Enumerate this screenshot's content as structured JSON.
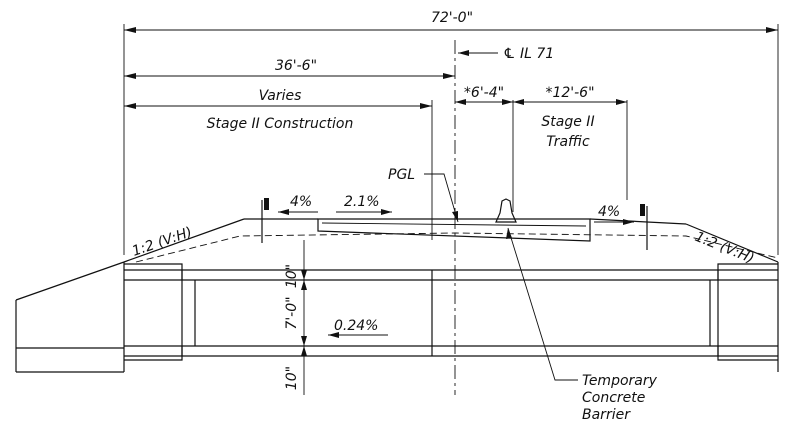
{
  "dimensions": {
    "overall_width": "72'-0\"",
    "half_width": "36'-6\"",
    "varies": "Varies",
    "offset_left": "*6'-4\"",
    "offset_right": "*12'-6\""
  },
  "labels": {
    "centerline": "℄ IL 71",
    "stage2_construction": "Stage II Construction",
    "stage2_traffic_line1": "Stage II",
    "stage2_traffic_line2": "Traffic",
    "pgl": "PGL",
    "barrier_line1": "Temporary",
    "barrier_line2": "Concrete",
    "barrier_line3": "Barrier"
  },
  "slopes": {
    "shoulder_left": "4%",
    "deck_cross": "2.1%",
    "shoulder_right": "4%",
    "embankment_left": "1:2 (V:H)",
    "embankment_right": "1:2 (V:H)",
    "culvert_bottom": "0.24%"
  },
  "culvert": {
    "top_slab": "10\"",
    "height": "7'-0\"",
    "bottom_slab": "10\""
  }
}
